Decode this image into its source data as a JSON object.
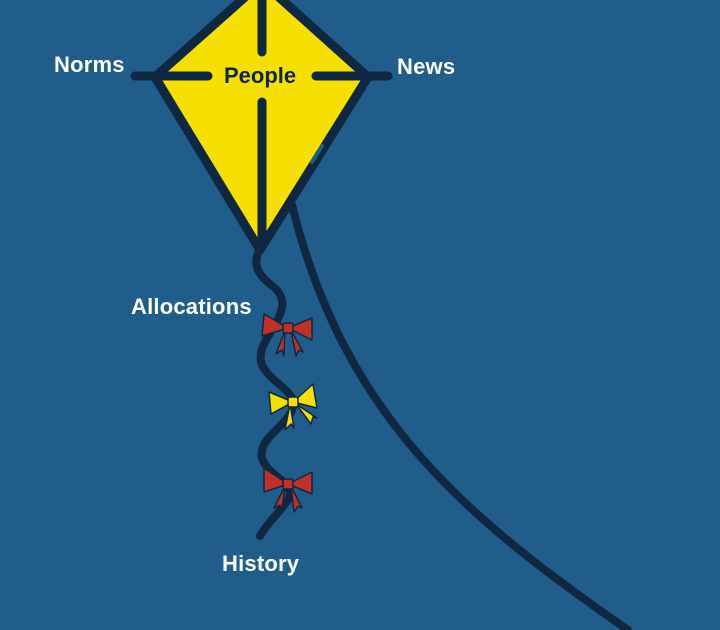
{
  "labels": {
    "top_left": "Norms",
    "center": "People",
    "top_right": "News",
    "tail_top": "Allocations",
    "tail_bottom": "History"
  },
  "colors": {
    "background": "#215d8a",
    "kite_fill": "#f5e000",
    "outline": "#0f2740",
    "bow_red": "#c0302a",
    "bow_yellow": "#f5e000",
    "label_text": "#ffffff"
  },
  "bows": [
    {
      "color": "red"
    },
    {
      "color": "yellow"
    },
    {
      "color": "red"
    }
  ]
}
